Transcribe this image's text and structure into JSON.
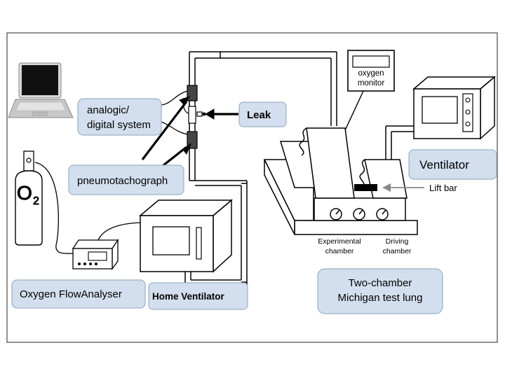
{
  "labels": {
    "analog_line1": "analogic/",
    "analog_line2": "digital system",
    "leak": "Leak",
    "pneumotachograph": "pneumotachograph",
    "oxygen_flowanalyser": "Oxygen FlowAnalyser",
    "home_ventilator": "Home Ventilator",
    "ventilator": "Ventilator",
    "lift_bar": "Lift bar",
    "oxygen_monitor_line1": "oxygen",
    "oxygen_monitor_line2": "monitor",
    "experimental_line1": "Experimental",
    "experimental_line2": "chamber",
    "driving_line1": "Driving",
    "driving_line2": "chamber",
    "test_lung_line1": "Two-chamber",
    "test_lung_line2": "Michigan test lung",
    "cylinder_symbol": "O",
    "cylinder_subscript": "2"
  },
  "colors": {
    "label_box_fill": "#d3dfee",
    "label_box_stroke": "#9ab0c8",
    "laptop_screen": "#111111",
    "laptop_body": "#c8c8c8",
    "line": "#000000"
  },
  "icons": {
    "laptop": "laptop-icon",
    "cylinder": "oxygen-cylinder-icon",
    "analyser": "flow-analyser-device",
    "home_ventilator": "home-ventilator-device",
    "ventilator": "ventilator-device",
    "monitor": "oxygen-monitor-device",
    "test_lung": "test-lung-device"
  }
}
